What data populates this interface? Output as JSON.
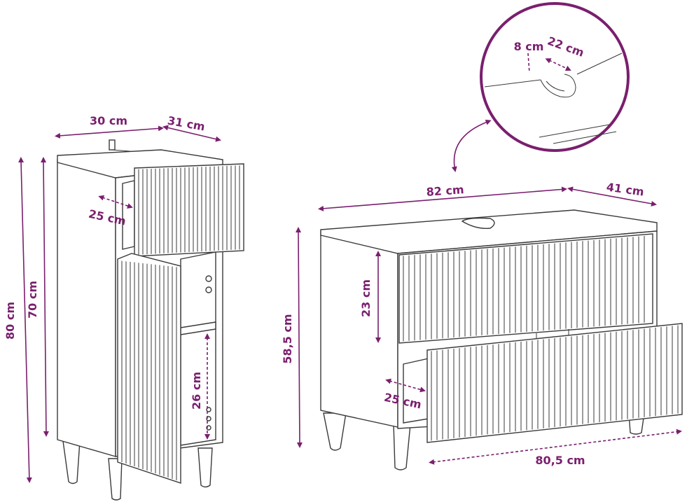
{
  "colors": {
    "accent": "#7a1f6e",
    "line": "#3a3a3a"
  },
  "small_cabinet": {
    "width_label": "30 cm",
    "depth_label": "31 cm",
    "drawer_depth_label": "25 cm",
    "total_height_label": "80 cm",
    "body_height_label": "70 cm",
    "shelf_height_label": "26 cm"
  },
  "vanity": {
    "width_label": "82 cm",
    "depth_label": "41 cm",
    "body_height_label": "58,5 cm",
    "upper_drawer_height_label": "23 cm",
    "drawer_depth_label": "25 cm",
    "drawer_width_label": "80,5 cm"
  },
  "detail": {
    "cutout_depth_label": "8 cm",
    "cutout_width_label": "22 cm"
  }
}
